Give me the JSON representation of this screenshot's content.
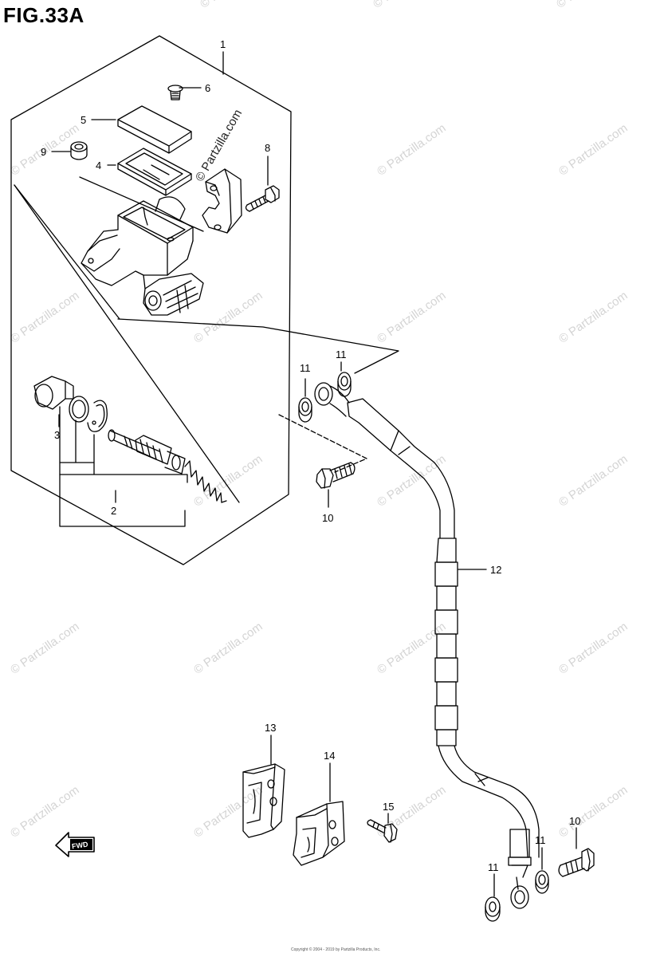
{
  "figure": {
    "title": "FIG.33A",
    "copyright_text": "Copyright © 2004 - 2019 by Partzilla Products, Inc.",
    "dark_watermark": "© Partzilla.com",
    "fwd_label": "FWD"
  },
  "watermark": {
    "text": "© Partzilla.com",
    "icon": "copyright-icon"
  },
  "callouts": {
    "c1": "1",
    "c2": "2",
    "c3": "3",
    "c4": "4",
    "c5": "5",
    "c6": "6",
    "c7": "8",
    "c8": "9",
    "c9": "10",
    "c10": "10",
    "c11": "11",
    "c12": "11",
    "c13": "11",
    "c14": "11",
    "c15": "12",
    "c16": "13",
    "c17": "14",
    "c18": "15"
  },
  "colors": {
    "line": "#000000",
    "watermark": "#d4d4d4",
    "background": "#ffffff"
  }
}
